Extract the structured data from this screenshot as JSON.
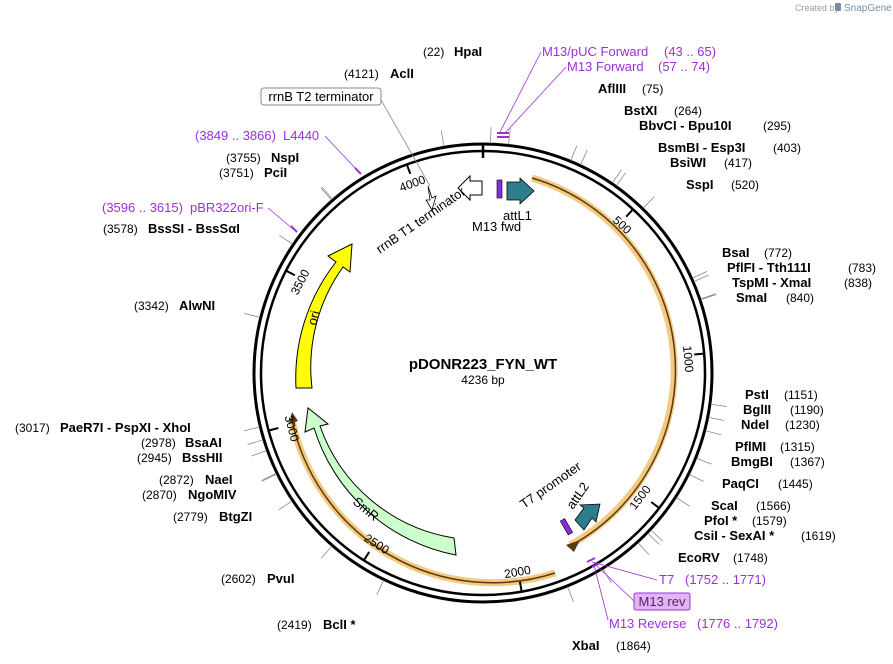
{
  "header": {
    "created_by": "Created by",
    "brand": "SnapGene"
  },
  "plasmid": {
    "name": "pDONR223_FYN_WT",
    "length": "4236 bp",
    "total_bp": 4236
  },
  "colors": {
    "backbone": "#000000",
    "ori": "#ffff00",
    "smr": "#ccffcc",
    "att": "#2e7d8c",
    "primer": "#9b30d9",
    "orf_orange": "#f0b040"
  },
  "ticks": [
    {
      "label": "500",
      "bp": 500
    },
    {
      "label": "1000",
      "bp": 1000
    },
    {
      "label": "1500",
      "bp": 1500
    },
    {
      "label": "2000",
      "bp": 2000
    },
    {
      "label": "2500",
      "bp": 2500
    },
    {
      "label": "3000",
      "bp": 3000
    },
    {
      "label": "3500",
      "bp": 3500
    },
    {
      "label": "4000",
      "bp": 4000
    }
  ],
  "sites_right": [
    {
      "pos": "(22)",
      "name": "HpaI",
      "bp": 22
    },
    {
      "name": "AflIII",
      "pos": "(75)",
      "bp": 75
    },
    {
      "name": "BstXI",
      "pos": "(264)",
      "bp": 264
    },
    {
      "name": "BbvCI  -  Bpu10I",
      "pos": "(295)",
      "bp": 295
    },
    {
      "name": "BsmBI  -  Esp3I",
      "pos": "(403)",
      "bp": 403
    },
    {
      "name": "BsiWI",
      "pos": "(417)",
      "bp": 417
    },
    {
      "name": "SspI",
      "pos": "(520)",
      "bp": 520
    },
    {
      "name": "BsaI",
      "pos": "(772)",
      "bp": 772
    },
    {
      "name": "PflFI  -  Tth111I",
      "pos": "(783)",
      "bp": 783
    },
    {
      "name": "TspMI  -  XmaI",
      "pos": "(838)",
      "bp": 838
    },
    {
      "name": "SmaI",
      "pos": "(840)",
      "bp": 840
    },
    {
      "name": "PstI",
      "pos": "(1151)",
      "bp": 1151
    },
    {
      "name": "BglII",
      "pos": "(1190)",
      "bp": 1190
    },
    {
      "name": "NdeI",
      "pos": "(1230)",
      "bp": 1230
    },
    {
      "name": "PflMI",
      "pos": "(1315)",
      "bp": 1315
    },
    {
      "name": "BmgBI",
      "pos": "(1367)",
      "bp": 1367
    },
    {
      "name": "PaqCI",
      "pos": "(1445)",
      "bp": 1445
    },
    {
      "name": "ScaI",
      "pos": "(1566)",
      "bp": 1566
    },
    {
      "name": "PfoI *",
      "pos": "(1579)",
      "bp": 1579
    },
    {
      "name": "CsiI  -  SexAI *",
      "pos": "(1619)",
      "bp": 1619
    },
    {
      "name": "EcoRV",
      "pos": "(1748)",
      "bp": 1748
    },
    {
      "name": "XbaI",
      "pos": "(1864)",
      "bp": 1864
    }
  ],
  "sites_left": [
    {
      "pos": "(4121)",
      "name": "AclI",
      "bp": 4121
    },
    {
      "pos": "(3755)",
      "name": "NspI",
      "bp": 3755
    },
    {
      "pos": "(3751)",
      "name": "PciI",
      "bp": 3751
    },
    {
      "pos": "(3578)",
      "name": "BssSI  -  BssSαI",
      "bp": 3578
    },
    {
      "pos": "(3342)",
      "name": "AlwNI",
      "bp": 3342
    },
    {
      "pos": "(3017)",
      "name": "PaeR7I  -  PspXI  -  XhoI",
      "bp": 3017
    },
    {
      "pos": "(2978)",
      "name": "BsaAI",
      "bp": 2978
    },
    {
      "pos": "(2945)",
      "name": "BssHII",
      "bp": 2945
    },
    {
      "pos": "(2872)",
      "name": "NaeI",
      "bp": 2872
    },
    {
      "pos": "(2870)",
      "name": "NgoMIV",
      "bp": 2870
    },
    {
      "pos": "(2779)",
      "name": "BtgZI",
      "bp": 2779
    },
    {
      "pos": "(2602)",
      "name": "PvuI",
      "bp": 2602
    },
    {
      "pos": "(2419)",
      "name": "BclI *",
      "bp": 2419
    }
  ],
  "primers": [
    {
      "name": "M13/pUC Forward",
      "range": "(43 .. 65)"
    },
    {
      "name": "M13 Forward",
      "range": "(57 .. 74)"
    },
    {
      "name": "L4440",
      "range": "(3849 .. 3866)"
    },
    {
      "name": "pBR322ori-F",
      "range": "(3596 .. 3615)"
    },
    {
      "name": "T7",
      "range": "(1752 .. 1771)"
    },
    {
      "name": "M13 rev",
      "range": ""
    },
    {
      "name": "M13 Reverse",
      "range": "(1776 .. 1792)"
    }
  ],
  "features": {
    "rrnb_t2": "rrnB T2 terminator",
    "rrnb_t1": "rrnB T1 terminator",
    "attl1": "attL1",
    "m13fwd": "M13 fwd",
    "t7_promoter": "T7 promoter",
    "attl2": "attL2",
    "ori": "ori",
    "smr": "SmR"
  }
}
